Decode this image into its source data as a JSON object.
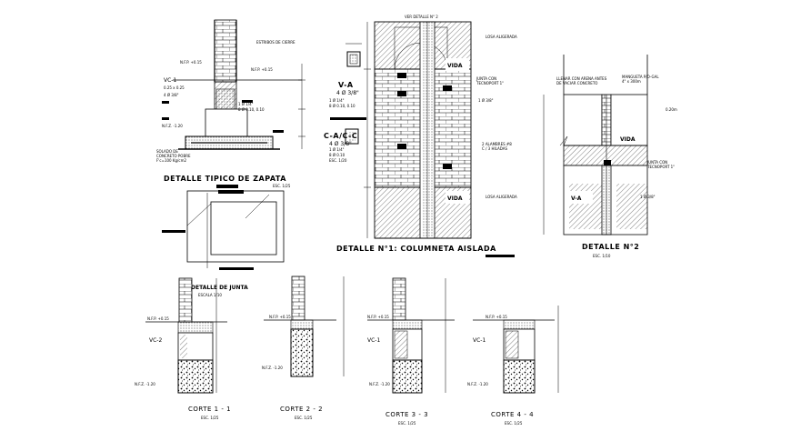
{
  "titles": {
    "zapata": "DETALLE TIPICO DE ZAPATA",
    "zapata_scale": "ESC. 1/25",
    "columneta": "DETALLE N°1: COLUMNETA AISLADA",
    "detalle2": "DETALLE N°2",
    "detalle2_scale": "ESC. 1/10",
    "junta": "DETALLE DE JUNTA",
    "junta_scale": "ESCALA 1/10"
  },
  "labels": {
    "vc1": "VC-1",
    "vc1_dims": "0.25 x 0.25",
    "vida": "VIDA",
    "va": "V-A",
    "va_bars": "4 Ø 3/8\"",
    "ca_cc": "C-A/C-C",
    "ca_cc_bars": "4 Ø 3/8\"",
    "vida2": "VIDA",
    "vida3": "VIDA",
    "va2": "V-A",
    "vc2": "VC-2",
    "vc1b": "VC-1",
    "vc1c": "VC-1",
    "top_note": "VER DETALLE N° 2"
  },
  "cortes": [
    {
      "label": "CORTE  1 - 1",
      "scale": "ESC. 1/25"
    },
    {
      "label": "CORTE  2 - 2",
      "scale": "ESC. 1/25"
    },
    {
      "label": "CORTE  3 - 3",
      "scale": "ESC. 1/25"
    },
    {
      "label": "CORTE  4 - 4",
      "scale": "ESC. 1/25"
    }
  ]
}
